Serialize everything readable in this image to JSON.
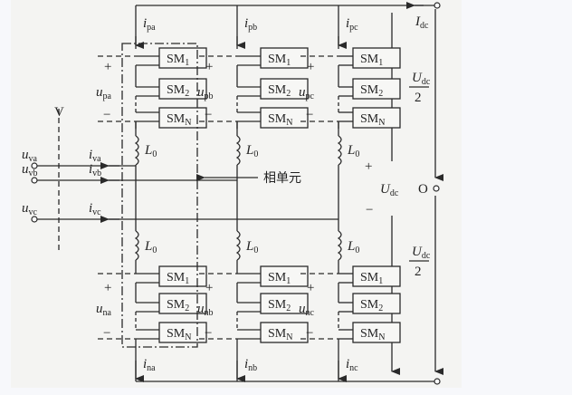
{
  "diagram": {
    "title": "MMC topology",
    "phase_unit_label": "相单元",
    "valve_side_label": "V",
    "neutral_label": "O",
    "dc_current": {
      "symbol": "I",
      "sub": "dc"
    },
    "dc_voltage": {
      "symbol": "U",
      "sub": "dc"
    },
    "half_dc_voltage": {
      "symbol": "U",
      "sub": "dc",
      "denominator": "2"
    },
    "plus": "+",
    "minus": "−",
    "submodule_labels": [
      {
        "base": "SM",
        "sub": "1"
      },
      {
        "base": "SM",
        "sub": "2"
      },
      {
        "base": "SM",
        "sub": "N"
      }
    ],
    "inductor": {
      "symbol": "L",
      "sub": "0"
    },
    "phases": [
      {
        "id": "a",
        "upper_current": {
          "symbol": "i",
          "sub": "pa"
        },
        "upper_voltage": {
          "symbol": "u",
          "sub": "pa"
        },
        "lower_current": {
          "symbol": "i",
          "sub": "na"
        },
        "lower_voltage": {
          "symbol": "u",
          "sub": "na"
        },
        "ac_voltage": {
          "symbol": "u",
          "sub": "va"
        },
        "ac_current": {
          "symbol": "i",
          "sub": "va"
        }
      },
      {
        "id": "b",
        "upper_current": {
          "symbol": "i",
          "sub": "pb"
        },
        "upper_voltage": {
          "symbol": "u",
          "sub": "pb"
        },
        "lower_current": {
          "symbol": "i",
          "sub": "nb"
        },
        "lower_voltage": {
          "symbol": "u",
          "sub": "nb"
        },
        "ac_voltage": {
          "symbol": "u",
          "sub": "vb"
        },
        "ac_current": {
          "symbol": "i",
          "sub": "vb"
        }
      },
      {
        "id": "c",
        "upper_current": {
          "symbol": "i",
          "sub": "pc"
        },
        "upper_voltage": {
          "symbol": "u",
          "sub": "pc"
        },
        "lower_current": {
          "symbol": "i",
          "sub": "nc"
        },
        "lower_voltage": {
          "symbol": "u",
          "sub": "nc"
        },
        "ac_voltage": {
          "symbol": "u",
          "sub": "vc"
        },
        "ac_current": {
          "symbol": "i",
          "sub": "vc"
        }
      }
    ]
  }
}
